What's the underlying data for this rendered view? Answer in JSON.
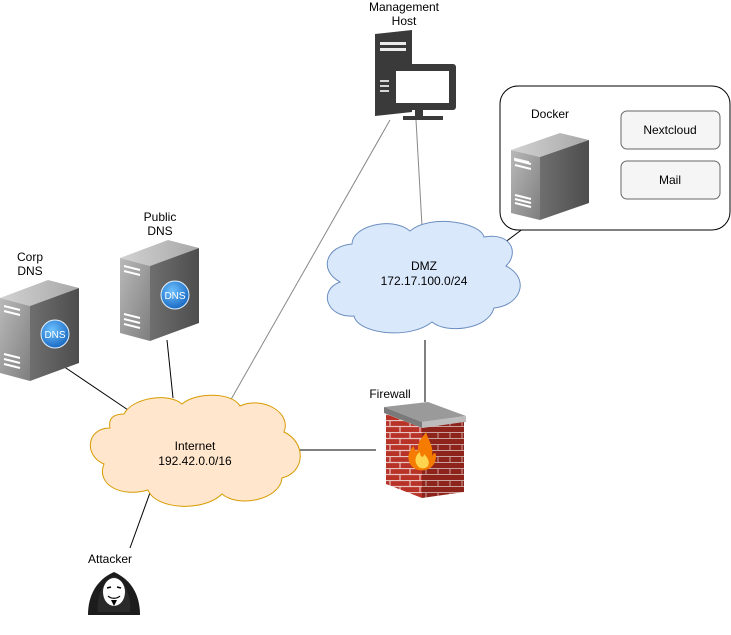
{
  "nodes": {
    "management_host": {
      "label_line1": "Management",
      "label_line2": "Host"
    },
    "docker": {
      "label": "Docker"
    },
    "nextcloud": {
      "label": "Nextcloud"
    },
    "mail": {
      "label": "Mail"
    },
    "public_dns": {
      "label_line1": "Public",
      "label_line2": "DNS",
      "badge": "DNS"
    },
    "corp_dns": {
      "label_line1": "Corp",
      "label_line2": "DNS",
      "badge": "DNS"
    },
    "dmz": {
      "name": "DMZ",
      "subnet": "172.17.100.0/24"
    },
    "internet": {
      "name": "Internet",
      "subnet": "192.42.0.0/16"
    },
    "firewall": {
      "label": "Firewall"
    },
    "attacker": {
      "label": "Attacker"
    }
  },
  "colors": {
    "dmz_cloud_fill": "#dae8fc",
    "dmz_cloud_stroke": "#6c8ebf",
    "internet_cloud_fill": "#ffe6cc",
    "internet_cloud_stroke": "#d79b00",
    "server_gray": "#8a8a8a",
    "firewall_brick": "#c0392b",
    "connector": "#000000",
    "connector_light": "#888888"
  }
}
